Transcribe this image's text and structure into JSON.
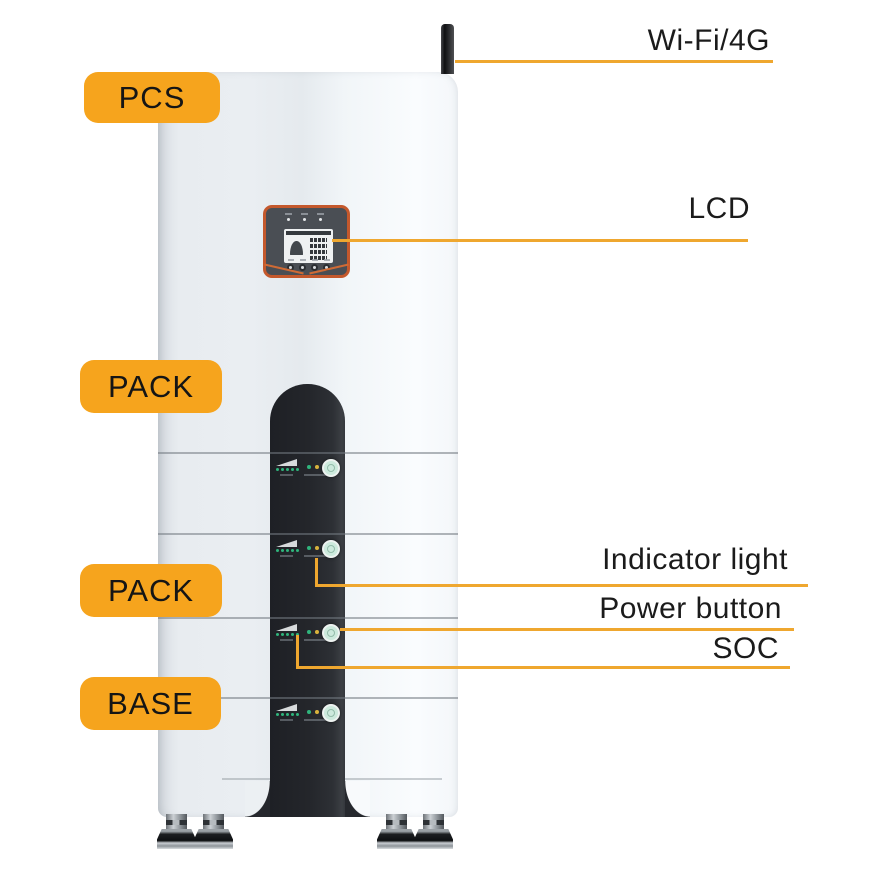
{
  "title": "Stacked home energy storage system callout diagram",
  "colors": {
    "accent_pill": "#F6A41D",
    "callout_line": "#EFA72F",
    "tower_dark": "#26282D",
    "lcd_frame": "#C4582C",
    "led_green": "#2FB47C",
    "led_yellow": "#D9B33C",
    "led_red": "#CC4B3F"
  },
  "left_callouts": [
    {
      "label": "PCS"
    },
    {
      "label": "PACK"
    },
    {
      "label": "PACK"
    },
    {
      "label": "BASE"
    }
  ],
  "right_callouts": [
    {
      "label": "Wi-Fi/4G"
    },
    {
      "label": "LCD"
    },
    {
      "label": "Indicator light"
    },
    {
      "label": "Power button"
    },
    {
      "label": "SOC"
    }
  ],
  "device": {
    "battery_module_count": 4,
    "status_leds_per_module": 3,
    "soc_dots_per_module": 5,
    "lcd_top_leds": 3,
    "lcd_buttons": 4,
    "feet_count": 4
  }
}
